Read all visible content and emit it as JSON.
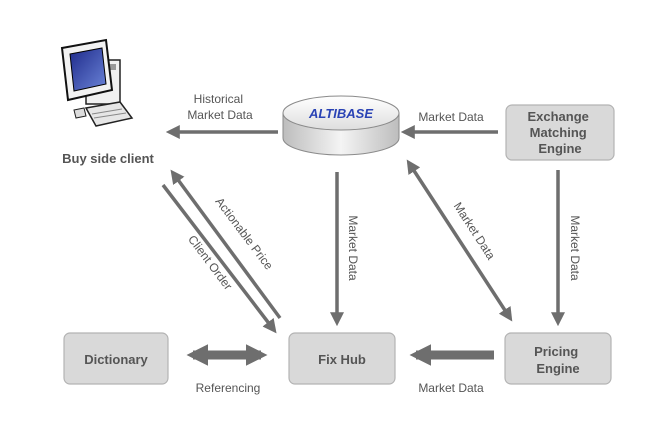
{
  "nodes": {
    "buy_side_client": "Buy side client",
    "altibase": "ALTIBASE",
    "exchange_matching_engine": [
      "Exchange",
      "Matching",
      "Engine"
    ],
    "dictionary": "Dictionary",
    "fix_hub": "Fix Hub",
    "pricing_engine": [
      "Pricing",
      "Engine"
    ]
  },
  "edges": {
    "historical_market_data": [
      "Historical",
      "Market Data"
    ],
    "exchange_to_altibase": "Market Data",
    "altibase_to_fixhub": "Market Data",
    "exchange_to_pricing": "Market Data",
    "altibase_pricing": "Market Data",
    "actionable_price": "Actionable Price",
    "client_order": "Client Order",
    "referencing": "Referencing",
    "pricing_to_fixhub": "Market Data"
  },
  "colors": {
    "box_fill": "#d9d9d9",
    "arrow": "#6e6e6e",
    "logo": "#2a43b5"
  }
}
